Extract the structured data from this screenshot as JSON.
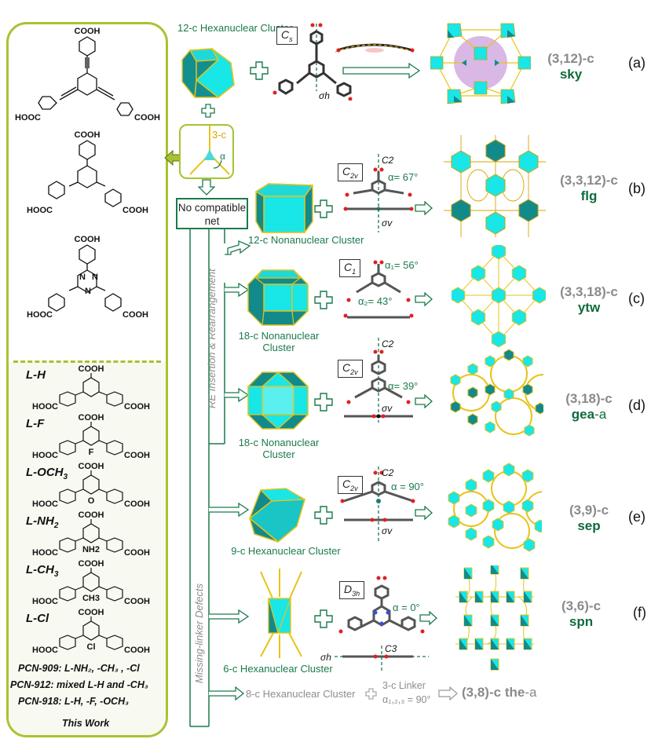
{
  "left_panel": {
    "linkers_top": [
      {
        "name": "ethynyl-linker",
        "labels": [
          "COOH",
          "HOOC",
          "COOH"
        ]
      },
      {
        "name": "btb-linker",
        "labels": [
          "COOH",
          "HOOC",
          "COOH"
        ]
      },
      {
        "name": "tatb-linker",
        "labels": [
          "COOH",
          "HOOC",
          "COOH",
          "N",
          "N",
          "N"
        ]
      }
    ],
    "linkers_bottom": [
      {
        "label": "L-H",
        "substituent": ""
      },
      {
        "label": "L-F",
        "substituent": "F"
      },
      {
        "label": "L-OCH3",
        "label_main": "L-OCH",
        "label_sub": "3",
        "substituent": "O"
      },
      {
        "label": "L-NH2",
        "label_main": "L-NH",
        "label_sub": "2",
        "substituent": "NH2"
      },
      {
        "label": "L-CH3",
        "label_main": "L-CH",
        "label_sub": "3",
        "substituent": "CH3"
      },
      {
        "label": "L-Cl",
        "substituent": "Cl"
      }
    ],
    "cooh": "COOH",
    "hooc": "HOOC",
    "pcn_lines": [
      "PCN-909: L-NH₂, -CH₃ , -Cl",
      "PCN-912: mixed L-H and -CH₃",
      "PCN-918: L-H, -F, -OCH₃"
    ],
    "footer": "This Work"
  },
  "linker_node": {
    "label": "3-c",
    "alpha": "α"
  },
  "no_compatible": "No compatible net",
  "branch_labels": {
    "re_insertion": "RE Insertion & Rearrangement",
    "missing_linker": "Missing-linker Defects"
  },
  "rows": [
    {
      "id": "a",
      "cluster_label": "12-c Hexanuclear Cluster",
      "symmetry": "Cs",
      "sym_main": "C",
      "sym_sub": "s",
      "axis_labels": [
        "σh"
      ],
      "angles": [],
      "net_connectivity": "(3,12)-c",
      "net_name": "sky",
      "net_suffix": "",
      "panel": "(a)"
    },
    {
      "id": "b",
      "cluster_label": "12-c Nonanuclear Cluster",
      "symmetry": "C2v",
      "sym_main": "C",
      "sym_sub": "2v",
      "axis_labels": [
        "C2",
        "σv"
      ],
      "angles": [
        "α= 67°"
      ],
      "net_connectivity": "(3,3,12)-c",
      "net_name": "flg",
      "net_suffix": "",
      "panel": "(b)"
    },
    {
      "id": "c",
      "cluster_label": "18-c Nonanuclear Cluster",
      "symmetry": "C1",
      "sym_main": "C",
      "sym_sub": "1",
      "axis_labels": [],
      "angles": [
        "α₁= 56°",
        "α₂= 43°"
      ],
      "net_connectivity": "(3,3,18)-c",
      "net_name": "ytw",
      "net_suffix": "",
      "panel": "(c)"
    },
    {
      "id": "d",
      "cluster_label": "18-c Nonanuclear Cluster",
      "symmetry": "C2v",
      "sym_main": "C",
      "sym_sub": "2v",
      "axis_labels": [
        "C2",
        "σv"
      ],
      "angles": [
        "α= 39°"
      ],
      "net_connectivity": "(3,18)-c",
      "net_name": "gea",
      "net_suffix": "-a",
      "panel": "(d)"
    },
    {
      "id": "e",
      "cluster_label": "9-c Hexanuclear Cluster",
      "symmetry": "C2v",
      "sym_main": "C",
      "sym_sub": "2v",
      "axis_labels": [
        "C2",
        "σv"
      ],
      "angles": [
        "α = 90°"
      ],
      "net_connectivity": "(3,9)-c",
      "net_name": "sep",
      "net_suffix": "",
      "panel": "(e)"
    },
    {
      "id": "f",
      "cluster_label": "6-c Hexanuclear Cluster",
      "symmetry": "D3h",
      "sym_main": "D",
      "sym_sub": "3h",
      "axis_labels": [
        "C3",
        "σh"
      ],
      "angles": [
        "α = 0°"
      ],
      "net_connectivity": "(3,6)-c",
      "net_name": "spn",
      "net_suffix": "",
      "panel": "(f)"
    }
  ],
  "bottom_row": {
    "cluster": "8-c Hexanuclear Cluster",
    "linker": "3-c Linker",
    "angle": "α₁,₂,₃ = 90°",
    "net": "(3,8)-c the-a",
    "net_connectivity": "(3,8)-c",
    "net_name": "the",
    "net_suffix": "-a"
  },
  "colors": {
    "accent_green": "#1a7a4c",
    "dark_green": "#0f6b3c",
    "lime_border": "#a6c431",
    "cyan_face": "#19e6e6",
    "teal_face": "#138a8a",
    "gold_edge": "#e8c31a",
    "grey_text": "#8c8c8c",
    "pink_sphere": "#d9b8e6"
  }
}
